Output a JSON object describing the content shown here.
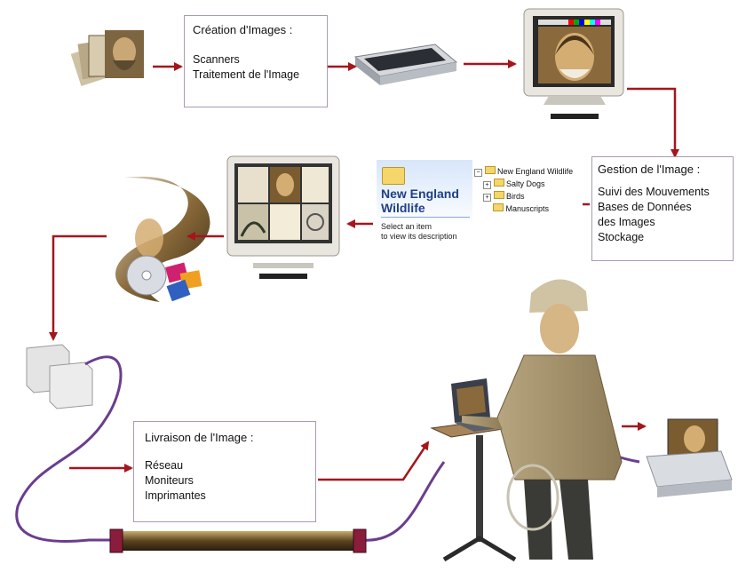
{
  "box_creation": {
    "title": "Création d'Images :",
    "items": [
      "Scanners",
      "Traitement de l'Image"
    ]
  },
  "box_gestion": {
    "title": "Gestion de l'Image :",
    "items": [
      "Suivi des Mouvements",
      "Bases de Données",
      "des Images",
      "Stockage"
    ]
  },
  "box_livraison": {
    "title": "Livraison de l'Image :",
    "items": [
      "Réseau",
      "Moniteurs",
      "Imprimantes"
    ]
  },
  "explorer": {
    "heading_line1": "New England",
    "heading_line2": "Wildlife",
    "hint_line1": "Select an item",
    "hint_line2": "to view its description",
    "tree": [
      "New England Wildlife",
      "Salty Dogs",
      "Birds",
      "Manuscripts"
    ]
  },
  "colors": {
    "arrow": "#a3161c",
    "box_border": "#a89ab8",
    "cable": "#6a3d8f",
    "explorer_heading": "#1f3f86"
  }
}
